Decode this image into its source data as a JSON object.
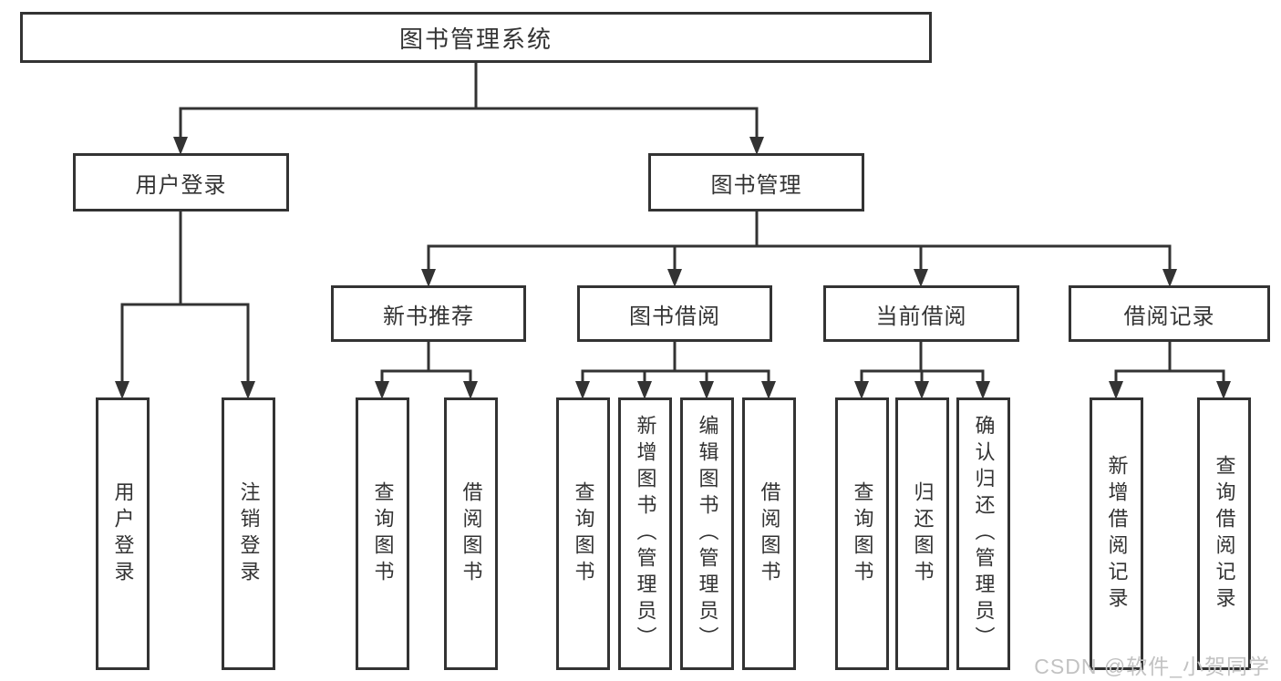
{
  "diagram_type": "hierarchy-tree",
  "colors": {
    "line": "#333333",
    "text": "#333333",
    "watermark": "#c2c2c2",
    "background": "#ffffff"
  },
  "tree": {
    "label": "图书管理系统",
    "children": [
      {
        "label": "用户登录",
        "children": [
          {
            "label": "用户登录"
          },
          {
            "label": "注销登录"
          }
        ]
      },
      {
        "label": "图书管理",
        "children": [
          {
            "label": "新书推荐",
            "children": [
              {
                "label": "查询图书"
              },
              {
                "label": "借阅图书"
              }
            ]
          },
          {
            "label": "图书借阅",
            "children": [
              {
                "label": "查询图书"
              },
              {
                "label": "新增图书（管理员）"
              },
              {
                "label": "编辑图书（管理员）"
              },
              {
                "label": "借阅图书"
              }
            ]
          },
          {
            "label": "当前借阅",
            "children": [
              {
                "label": "查询图书"
              },
              {
                "label": "归还图书"
              },
              {
                "label": "确认归还（管理员）"
              }
            ]
          },
          {
            "label": "借阅记录",
            "children": [
              {
                "label": "新增借阅记录"
              },
              {
                "label": "查询借阅记录"
              }
            ]
          }
        ]
      }
    ]
  },
  "watermark": {
    "text": "CSDN @软件_小贺同学"
  }
}
